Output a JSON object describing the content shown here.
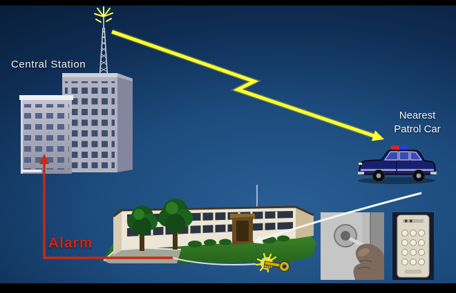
{
  "labels": {
    "central_station": "Central Station",
    "patrol_line1": "Nearest",
    "patrol_line2": "Patrol Car",
    "alarm": "Alarm"
  },
  "colors": {
    "background_navy": "#0e2c52",
    "background_glow": "#2a6096",
    "letterbox_black": "#000000",
    "signal_bolt_yellow": "#ffff2e",
    "alarm_red": "#c62a12",
    "entry_arrow_white": "#f4f4f4",
    "key_gold": "#d4a90f",
    "grass_green": "#2f7a22",
    "police_car_blue": "#18206e",
    "building_gray": "#b0b2c2",
    "premises_cream": "#ece6d6"
  },
  "icons": [
    "radio-tower-icon",
    "signal-bolt-arrow",
    "police-car-icon",
    "central-station-building",
    "protected-building",
    "alarm-signal-arrow",
    "key-icon",
    "lock-and-key-photo",
    "keypad-photo",
    "entry-arrow"
  ]
}
